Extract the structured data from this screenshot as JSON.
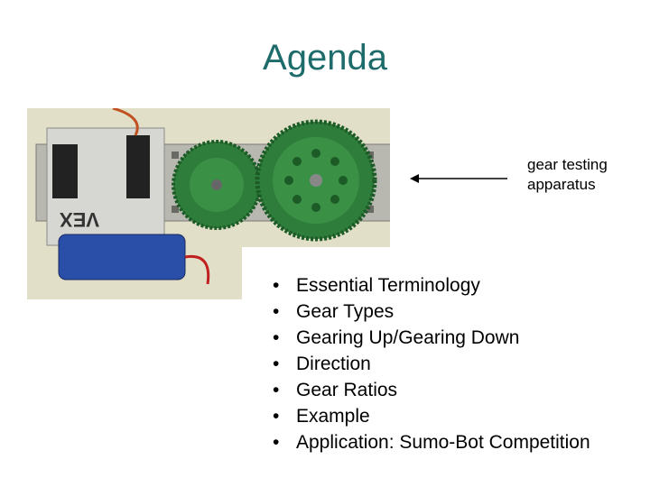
{
  "slide": {
    "title": "Agenda",
    "callout_line1": "gear testing",
    "callout_line2": "apparatus",
    "photo_brand": "VEX",
    "bullets": [
      "Essential Terminology",
      "Gear Types",
      "Gearing Up/Gearing Down",
      "Direction",
      "Gear Ratios",
      "Example",
      "Application: Sumo-Bot Competition"
    ]
  },
  "colors": {
    "title": "#1e6b6b",
    "gear": "#2e7d3a",
    "background": "#ffffff"
  }
}
